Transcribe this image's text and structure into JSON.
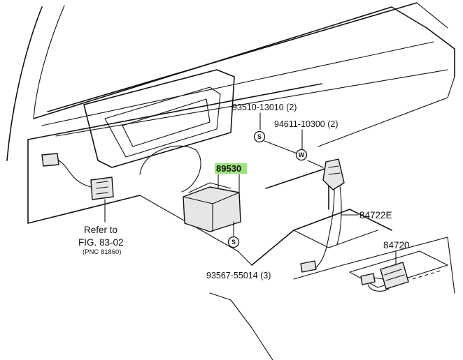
{
  "parts": [
    {
      "label": "93510-13010 (2)",
      "symbol": "S"
    },
    {
      "label": "94611-10300 (2)",
      "symbol": "W"
    },
    {
      "label": "89530",
      "highlight": "#9be37a"
    },
    {
      "label": "84722E"
    },
    {
      "label": "84720"
    },
    {
      "label": "93567-55014 (3)",
      "symbol": "S"
    }
  ],
  "reference": {
    "line1": "Refer to",
    "line2": "FIG. 83-02",
    "line3": "(PNC 81860)"
  }
}
